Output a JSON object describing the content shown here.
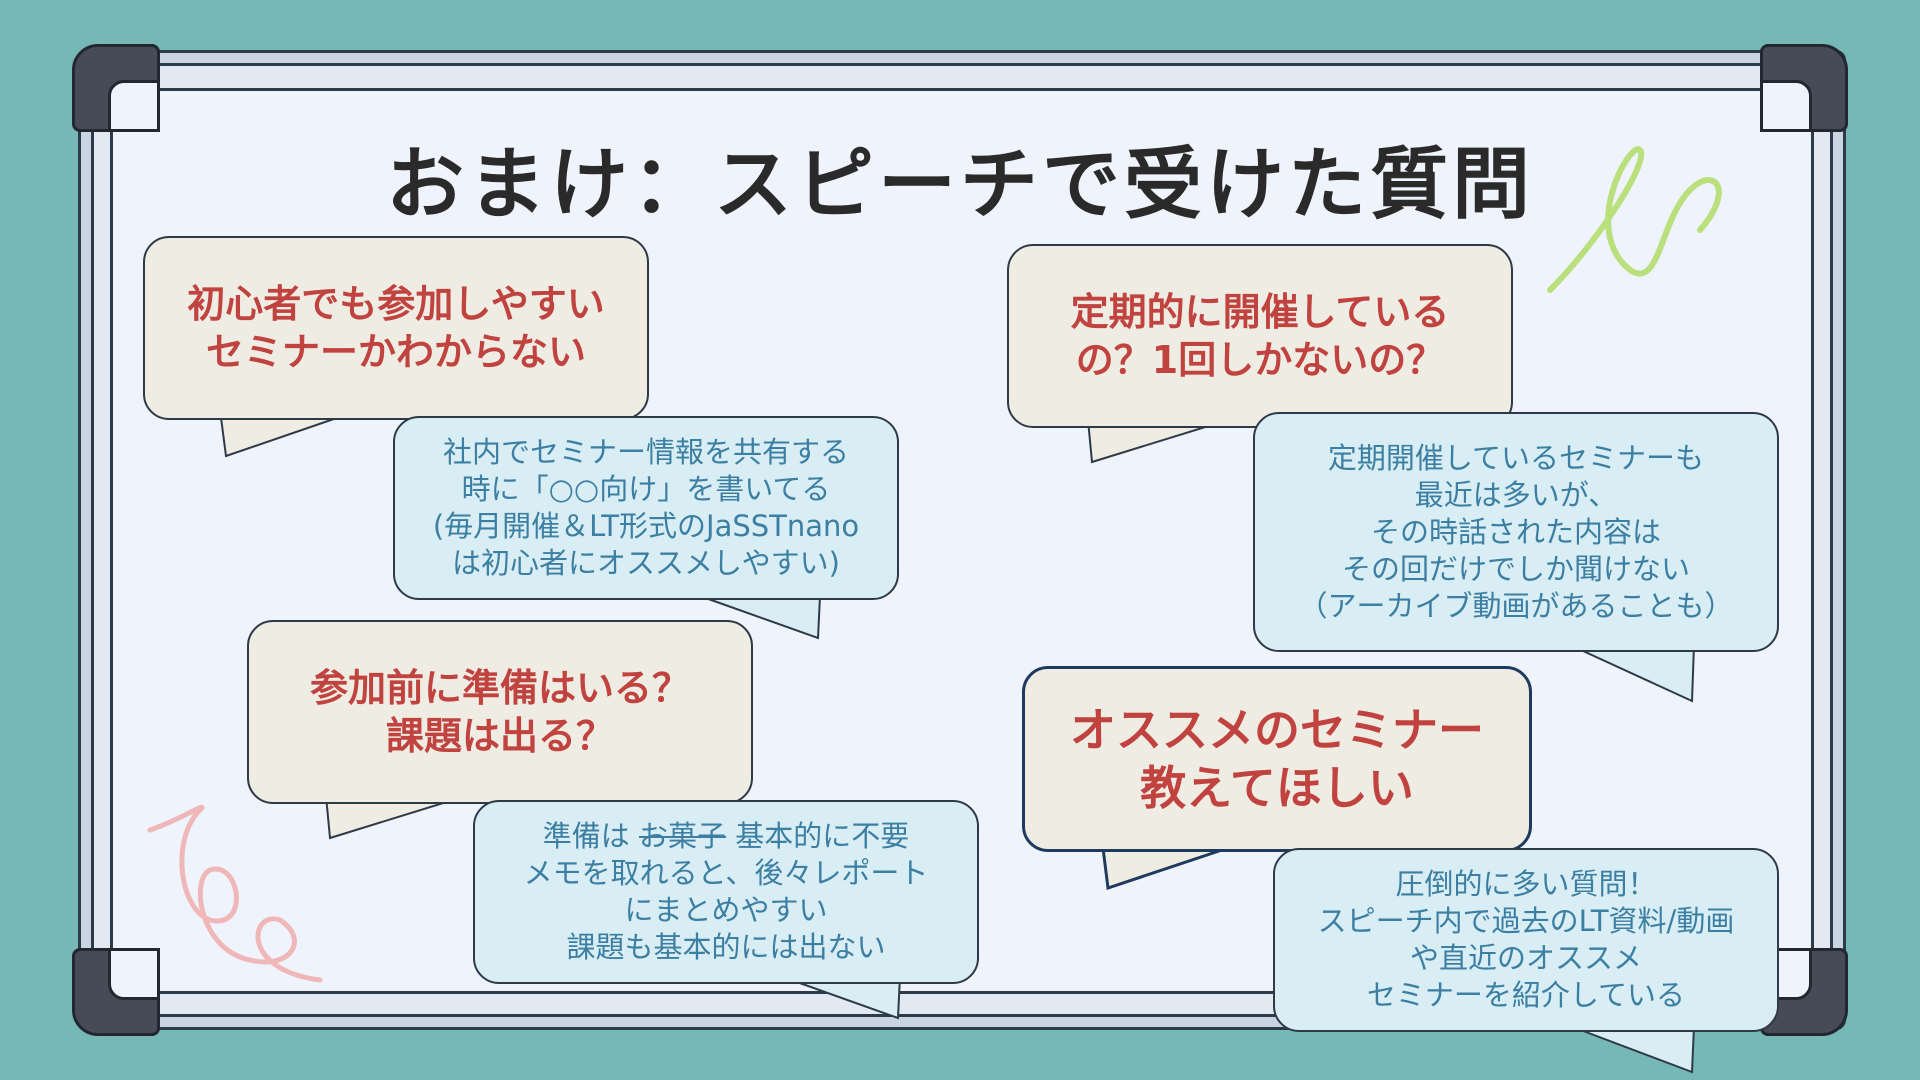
{
  "title": "おまけ：スピーチで受けた質問",
  "colors": {
    "background": "#75b8b6",
    "question_fill": "#efece4",
    "question_text": "#c0433f",
    "answer_fill": "#d8eef4",
    "answer_text": "#3d7fa3",
    "outline": "#2f3a48"
  },
  "qa": [
    {
      "question": "初心者でも参加しやすい\nセミナーかわからない",
      "answer": "社内でセミナー情報を共有する\n時に「○○向け」を書いてる\n(毎月開催＆LT形式のJaSSTnano\nは初心者にオススメしやすい)"
    },
    {
      "question": "参加前に準備はいる？\n課題は出る？",
      "answer_prefix": "準備は ",
      "answer_struck": "お菓子",
      "answer_rest": " 基本的に不要\nメモを取れると、後々レポート\nにまとめやすい\n課題も基本的には出ない"
    },
    {
      "question": "定期的に開催している\nの？1回しかないの？",
      "answer": "定期開催しているセミナーも\n最近は多いが、\nその時話された内容は\nその回だけでしか聞けない\n（アーカイブ動画があることも）"
    },
    {
      "question": "オススメのセミナー\n教えてほしい",
      "answer": "圧倒的に多い質問！\nスピーチ内で過去のLT資料/動画\nや直近のオススメ\nセミナーを紹介している"
    }
  ]
}
